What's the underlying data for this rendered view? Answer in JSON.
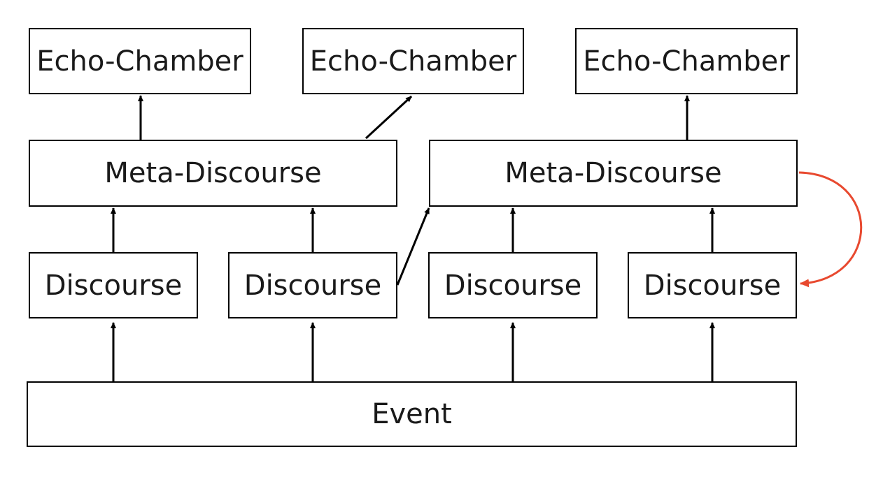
{
  "diagram": {
    "echo_chambers": [
      {
        "label": "Echo-Chamber"
      },
      {
        "label": "Echo-Chamber"
      },
      {
        "label": "Echo-Chamber"
      }
    ],
    "meta_discourses": [
      {
        "label": "Meta-Discourse"
      },
      {
        "label": "Meta-Discourse"
      }
    ],
    "discourses": [
      {
        "label": "Discourse"
      },
      {
        "label": "Discourse"
      },
      {
        "label": "Discourse"
      },
      {
        "label": "Discourse"
      }
    ],
    "event": {
      "label": "Event"
    },
    "colors": {
      "line": "#000000",
      "feedback_arrow": "#e8492f"
    }
  }
}
